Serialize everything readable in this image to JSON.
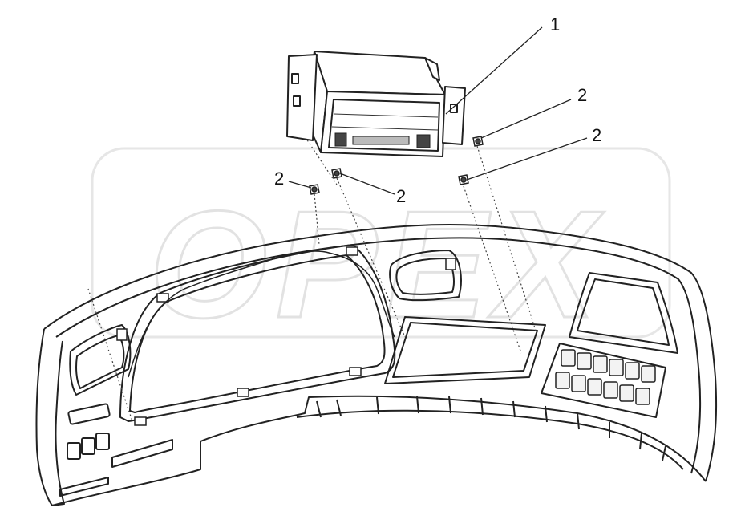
{
  "diagram": {
    "watermark": "OPEX",
    "callouts": [
      {
        "id": "part-1",
        "label": "1"
      },
      {
        "id": "bolt-a",
        "label": "2"
      },
      {
        "id": "bolt-b",
        "label": "2"
      },
      {
        "id": "bolt-c",
        "label": "2"
      },
      {
        "id": "bolt-d",
        "label": "2"
      }
    ]
  }
}
